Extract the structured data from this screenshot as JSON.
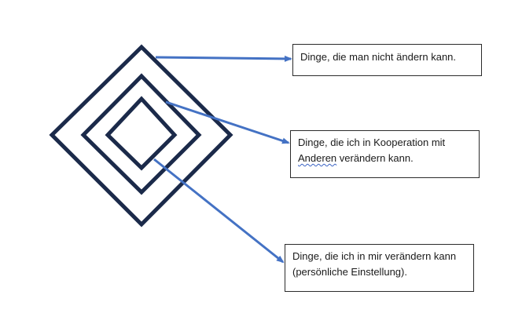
{
  "colors": {
    "diamond_stroke": "#1b2a4a",
    "arrow": "#4472c4",
    "box_border": "#2b2b2b",
    "spellcheck_underline": "#3b63c4"
  },
  "labels": {
    "outer": {
      "text": "Dinge, die man nicht ändern kann."
    },
    "middle": {
      "line1": "Dinge, die ich in Kooperation mit",
      "line2_underlined": "Anderen",
      "line2_rest": " verändern kann."
    },
    "inner": {
      "line1": "Dinge, die ich in mir verändern kann",
      "line2": "(persönliche Einstellung)."
    }
  }
}
